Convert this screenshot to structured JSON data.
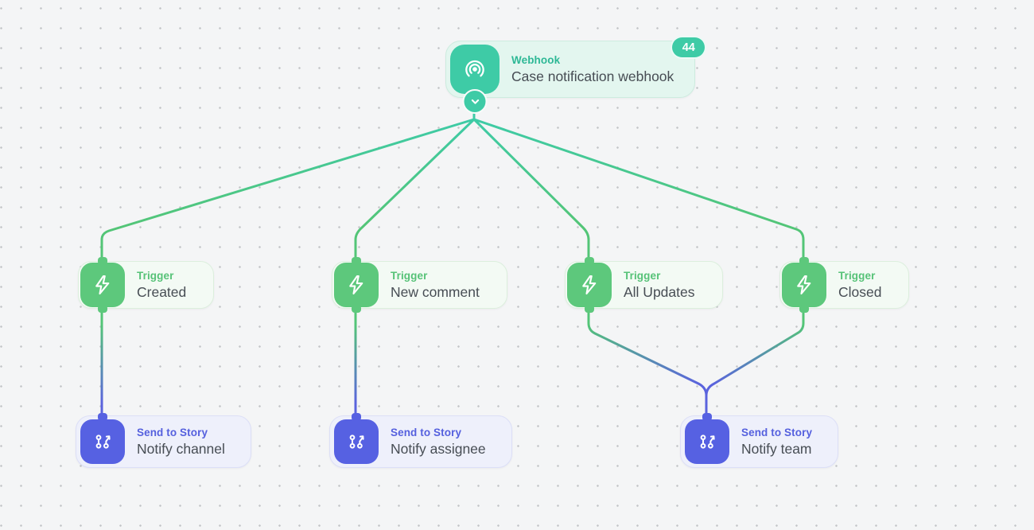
{
  "canvas": {
    "background": "#f4f5f6",
    "dot_color": "#c3c5c8"
  },
  "colors": {
    "teal": "#3ecba6",
    "teal-dark": "#2eb896",
    "teal-card": "#e3f6ef",
    "teal-border": "#cdecdf",
    "green": "#5dc87c",
    "green-label": "#56c277",
    "green-card": "#f3faf4",
    "green-border": "#dcefdd",
    "indigo": "#5661e2",
    "indigo-label": "#5560de",
    "indigo-card": "#eef0fb",
    "indigo-border": "#dcdff7",
    "title": "#474d54",
    "line-teal": "#3ecba6",
    "line-green": "#53c577",
    "line-indigo": "#5a63dd",
    "badge-bg": "#3ecba6",
    "badge-text": "#ffffff"
  },
  "nodes": {
    "webhook": {
      "type_label": "Webhook",
      "title": "Case notification webhook",
      "badge": "44",
      "icon": "broadcast-icon",
      "connector_icon": "chevron-down-icon"
    },
    "triggers": [
      {
        "type_label": "Trigger",
        "title": "Created",
        "icon": "lightning-icon"
      },
      {
        "type_label": "Trigger",
        "title": "New comment",
        "icon": "lightning-icon"
      },
      {
        "type_label": "Trigger",
        "title": "All Updates",
        "icon": "lightning-icon"
      },
      {
        "type_label": "Trigger",
        "title": "Closed",
        "icon": "lightning-icon"
      }
    ],
    "stories": [
      {
        "type_label": "Send to Story",
        "title": "Notify channel",
        "icon": "story-branch-icon"
      },
      {
        "type_label": "Send to Story",
        "title": "Notify assignee",
        "icon": "story-branch-icon"
      },
      {
        "type_label": "Send to Story",
        "title": "Notify team",
        "icon": "story-branch-icon"
      }
    ]
  }
}
